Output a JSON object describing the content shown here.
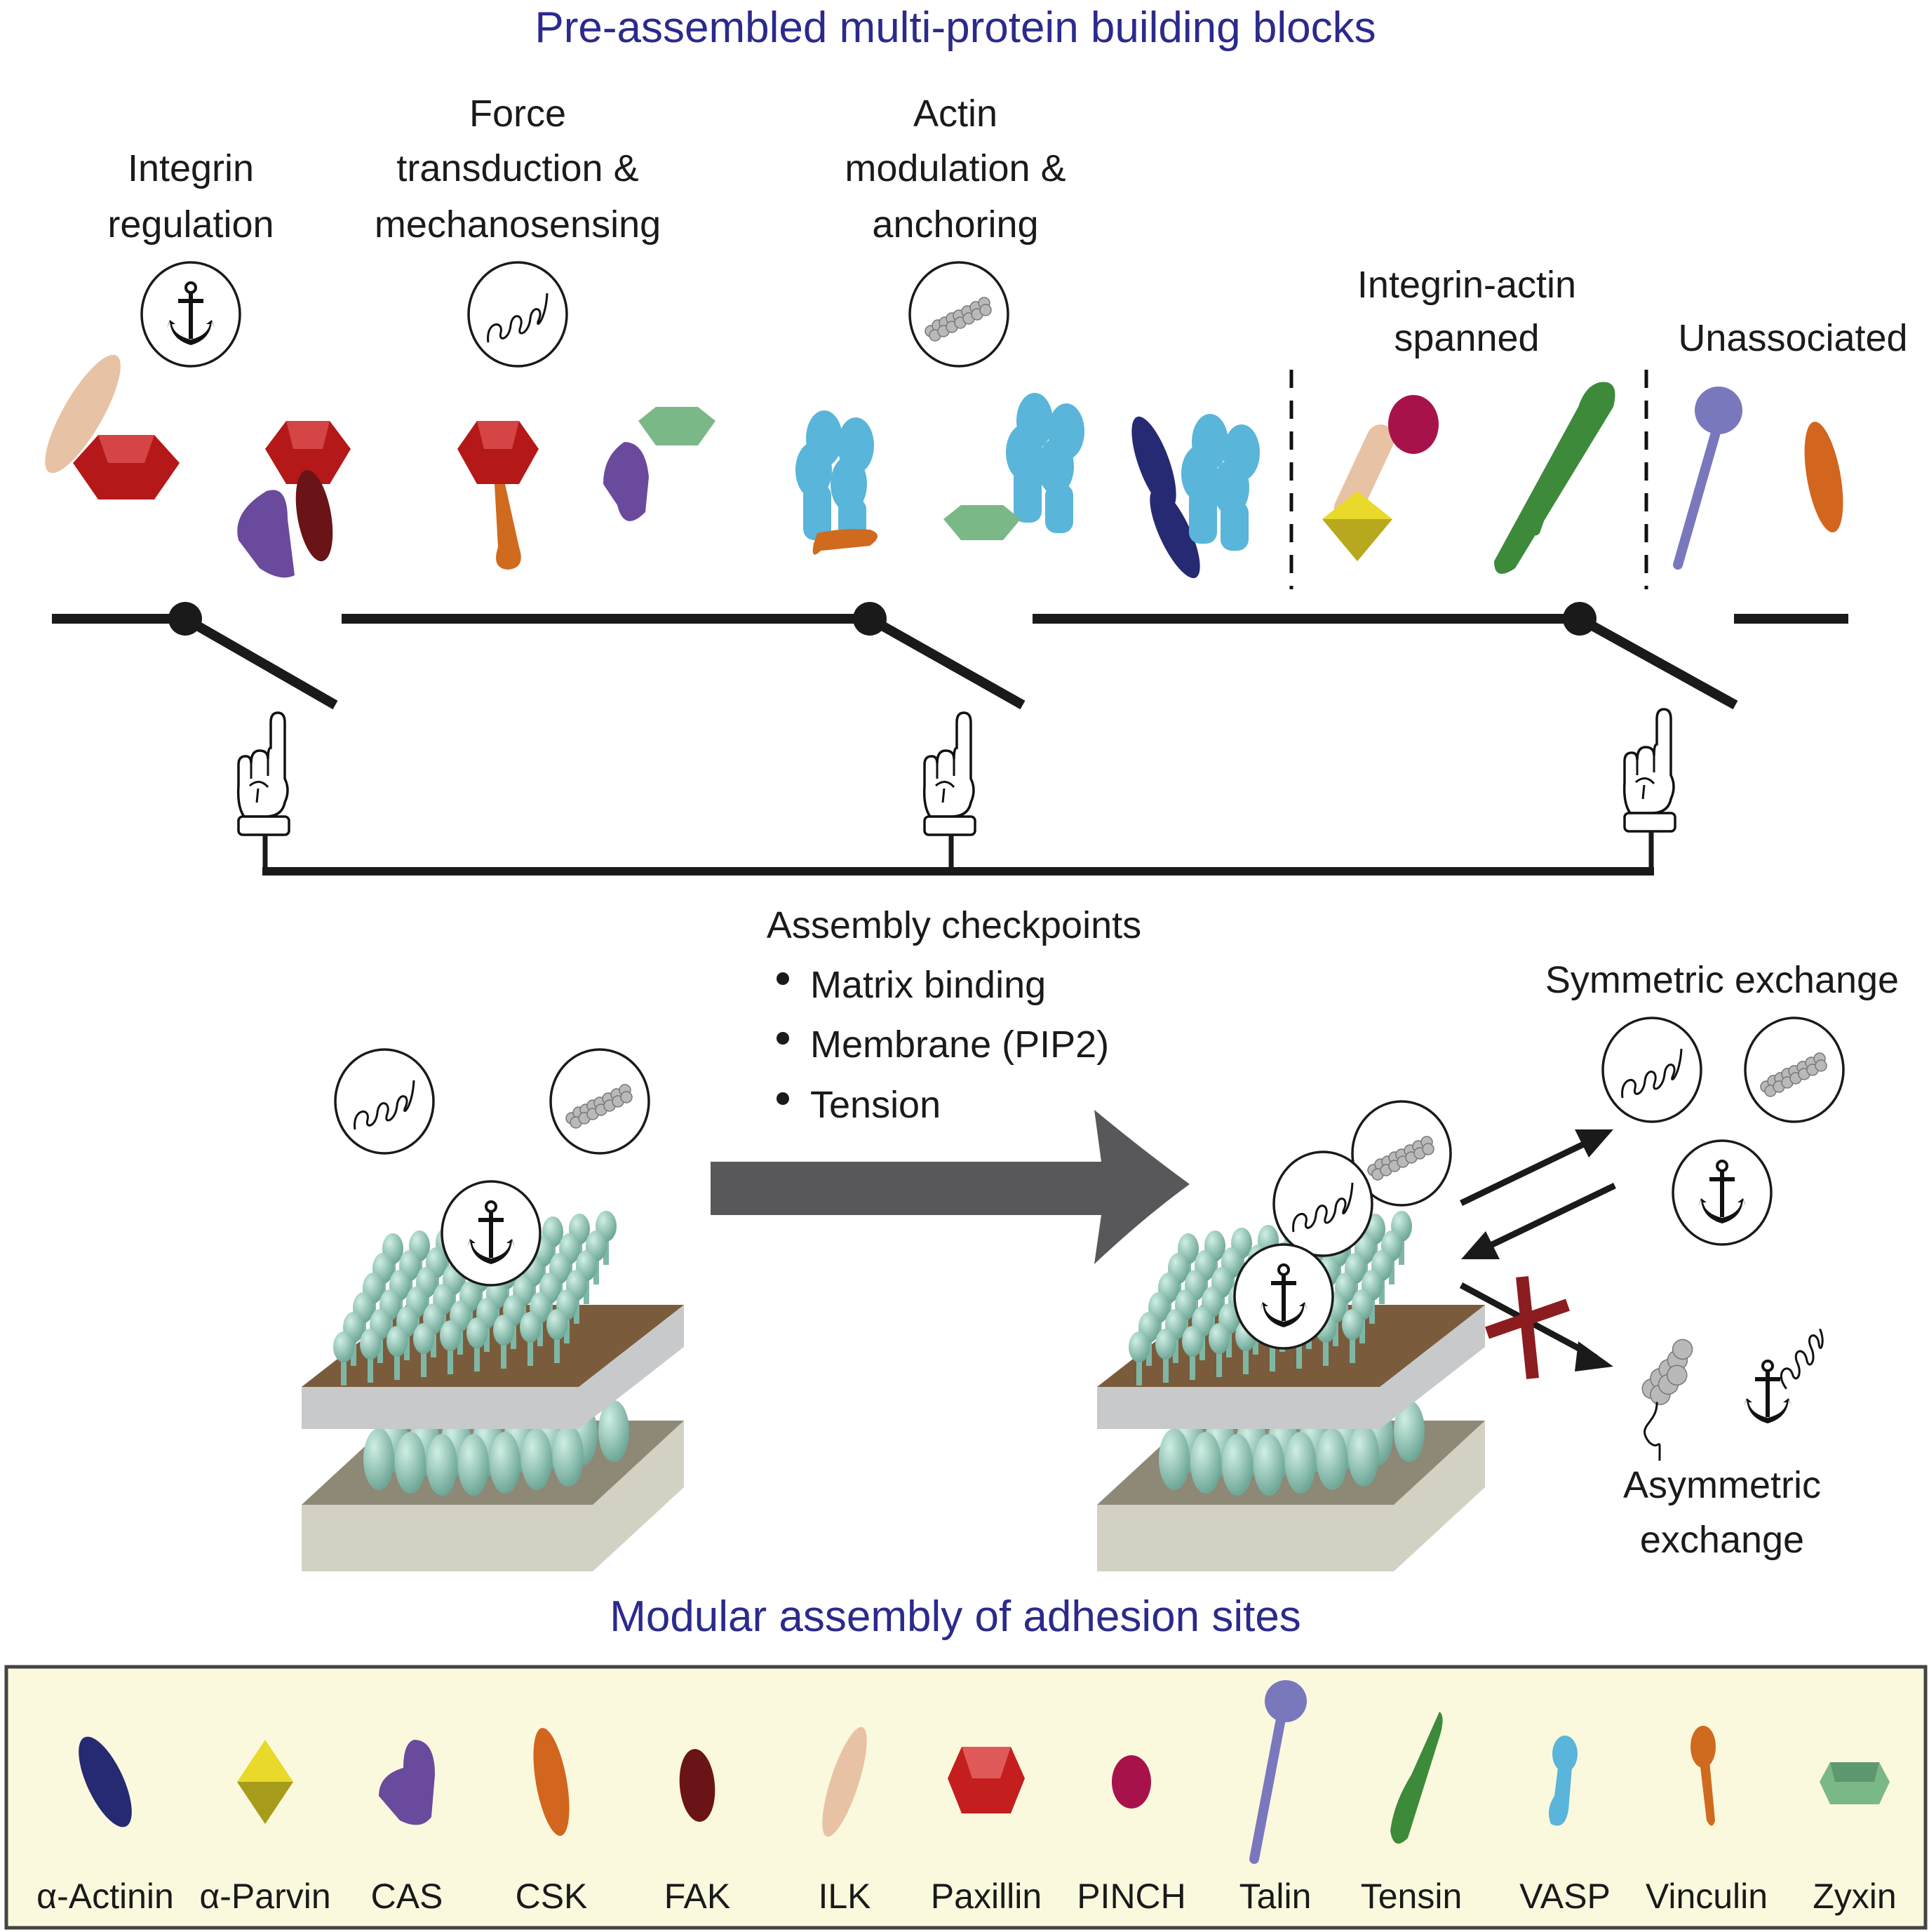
{
  "titles": {
    "top": "Pre-assembled multi-protein building blocks",
    "bottom": "Modular assembly of adhesion sites"
  },
  "categories": [
    {
      "lines": [
        "Integrin",
        "regulation"
      ],
      "icon": "anchor-icon"
    },
    {
      "lines": [
        "Force",
        "transduction &",
        "mechanosensing"
      ],
      "icon": "spring-icon"
    },
    {
      "lines": [
        "Actin",
        "modulation &",
        "anchoring"
      ],
      "icon": "actin-filament-icon"
    },
    {
      "lines": [
        "Integrin-actin",
        "spanned"
      ],
      "icon": null
    },
    {
      "lines": [
        "Unassociated"
      ],
      "icon": null
    }
  ],
  "checkpoints": {
    "heading": "Assembly checkpoints",
    "items": [
      "Matrix binding",
      "Membrane (PIP2)",
      "Tension"
    ]
  },
  "exchange": {
    "symmetric": "Symmetric exchange",
    "asymmetric_lines": [
      "Asymmetric",
      "exchange"
    ]
  },
  "colors": {
    "title": "#2b2a8c",
    "legend_bg": "#fbf9dd",
    "arrow": "#58585a",
    "blocked_x": "#8b1d20",
    "membrane_top": "#7a5c3c",
    "substrate": "#8e8876",
    "integrin": "#7fb7a6"
  },
  "legend": [
    {
      "name": "α-Actinin",
      "color": "#262a73"
    },
    {
      "name": "α-Parvin",
      "color": "#e8d92a"
    },
    {
      "name": "CAS",
      "color": "#6a4a9c"
    },
    {
      "name": "CSK",
      "color": "#d2661e"
    },
    {
      "name": "FAK",
      "color": "#6a1418"
    },
    {
      "name": "ILK",
      "color": "#e8c2a4"
    },
    {
      "name": "Paxillin",
      "color": "#c41e1e"
    },
    {
      "name": "PINCH",
      "color": "#a8124a"
    },
    {
      "name": "Talin",
      "color": "#7a78bd"
    },
    {
      "name": "Tensin",
      "color": "#3d8a3a"
    },
    {
      "name": "VASP",
      "color": "#59b5d9"
    },
    {
      "name": "Vinculin",
      "color": "#cf6a1e"
    },
    {
      "name": "Zyxin",
      "color": "#7bb888"
    }
  ]
}
